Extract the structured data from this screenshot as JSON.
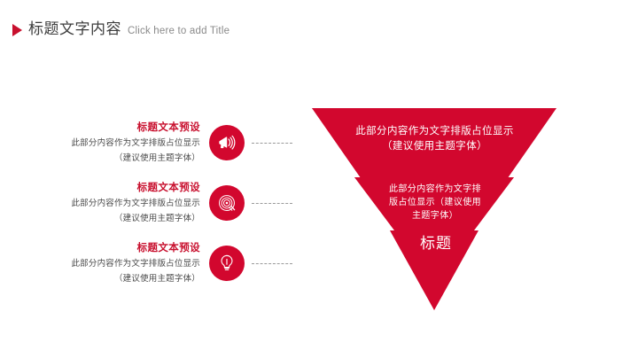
{
  "header": {
    "marker_icon": "triangle-right-icon",
    "title_cn": "标题文字内容",
    "title_en": "Click here to add Title"
  },
  "colors": {
    "accent_red": "#C8102E",
    "funnel_red": "#D2072E",
    "funnel_gray": "#808080",
    "dash_gray": "#9A9A9A",
    "title_dark": "#3D3D3D",
    "body_text": "#4A4A4A"
  },
  "rows": [
    {
      "title": "标题文本预设",
      "desc_line1": "此部分内容作为文字排版占位显示",
      "desc_line2": "（建议使用主题字体）",
      "icon": "megaphone-icon"
    },
    {
      "title": "标题文本预设",
      "desc_line1": "此部分内容作为文字排版占位显示",
      "desc_line2": "（建议使用主题字体）",
      "icon": "vinyl-record-icon"
    },
    {
      "title": "标题文本预设",
      "desc_line1": "此部分内容作为文字排版占位显示",
      "desc_line2": "（建议使用主题字体）",
      "icon": "lightbulb-icon"
    }
  ],
  "funnel": {
    "segments": [
      {
        "line1": "此部分内容作为文字排版占位显示",
        "line2": "（建议使用主题字体）",
        "line3": ""
      },
      {
        "line1": "此部分内容作为文字排",
        "line2": "版占位显示（建议使用",
        "line3": "主题字体）"
      },
      {
        "line1": "标题",
        "line2": "",
        "line3": ""
      }
    ]
  }
}
